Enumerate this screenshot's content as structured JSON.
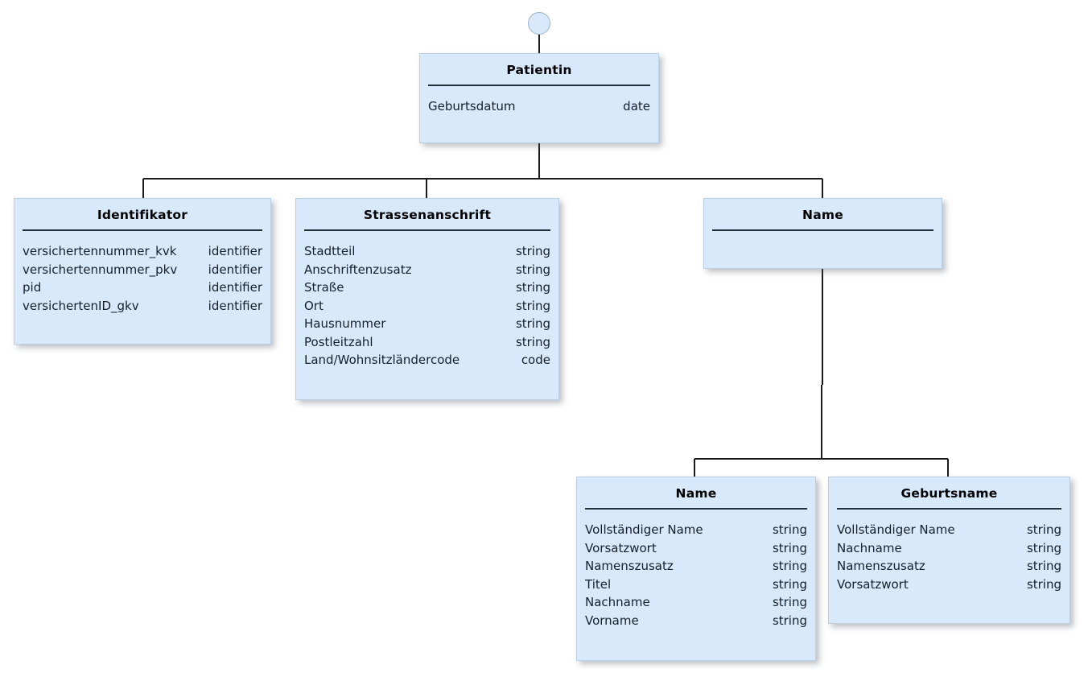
{
  "diagram": {
    "type": "uml-class-diagram",
    "title": "Patientin",
    "root_marker": "aggregation-circle",
    "theme": {
      "box_fill": "#d8e9fb",
      "box_border": "#b9cfe3",
      "separator": "#22303a",
      "edge": "#1a1a1a",
      "text": "#15202b",
      "background": "#ffffff"
    },
    "classes": [
      {
        "id": "patientin",
        "title": "Patientin",
        "attributes": [
          {
            "name": "Geburtsdatum",
            "type": "date"
          }
        ]
      },
      {
        "id": "identifikator",
        "title": "Identifikator",
        "attributes": [
          {
            "name": "versichertennummer_kvk",
            "type": "identifier"
          },
          {
            "name": "versichertennummer_pkv",
            "type": "identifier"
          },
          {
            "name": "pid",
            "type": "identifier"
          },
          {
            "name": "versichertenID_gkv",
            "type": "identifier"
          }
        ]
      },
      {
        "id": "strassenanschrift",
        "title": "Strassenanschrift",
        "attributes": [
          {
            "name": "Stadtteil",
            "type": "string"
          },
          {
            "name": "Anschriftenzusatz",
            "type": "string"
          },
          {
            "name": "Straße",
            "type": "string"
          },
          {
            "name": "Ort",
            "type": "string"
          },
          {
            "name": "Hausnummer",
            "type": "string"
          },
          {
            "name": "Postleitzahl",
            "type": "string"
          },
          {
            "name": "Land/Wohnsitzländercode",
            "type": "code"
          }
        ]
      },
      {
        "id": "name-group",
        "title": "Name",
        "attributes": []
      },
      {
        "id": "name-detail",
        "title": "Name",
        "attributes": [
          {
            "name": "Vollständiger Name",
            "type": "string"
          },
          {
            "name": "Vorsatzwort",
            "type": "string"
          },
          {
            "name": "Namenszusatz",
            "type": "string"
          },
          {
            "name": "Titel",
            "type": "string"
          },
          {
            "name": "Nachname",
            "type": "string"
          },
          {
            "name": "Vorname",
            "type": "string"
          }
        ]
      },
      {
        "id": "geburtsname",
        "title": "Geburtsname",
        "attributes": [
          {
            "name": "Vollständiger Name",
            "type": "string"
          },
          {
            "name": "Nachname",
            "type": "string"
          },
          {
            "name": "Namenszusatz",
            "type": "string"
          },
          {
            "name": "Vorsatzwort",
            "type": "string"
          }
        ]
      }
    ],
    "edges": [
      {
        "from": "root-marker",
        "to": "patientin"
      },
      {
        "from": "patientin",
        "to": "identifikator"
      },
      {
        "from": "patientin",
        "to": "strassenanschrift"
      },
      {
        "from": "patientin",
        "to": "name-group"
      },
      {
        "from": "name-group",
        "to": "name-detail"
      },
      {
        "from": "name-group",
        "to": "geburtsname"
      }
    ]
  }
}
